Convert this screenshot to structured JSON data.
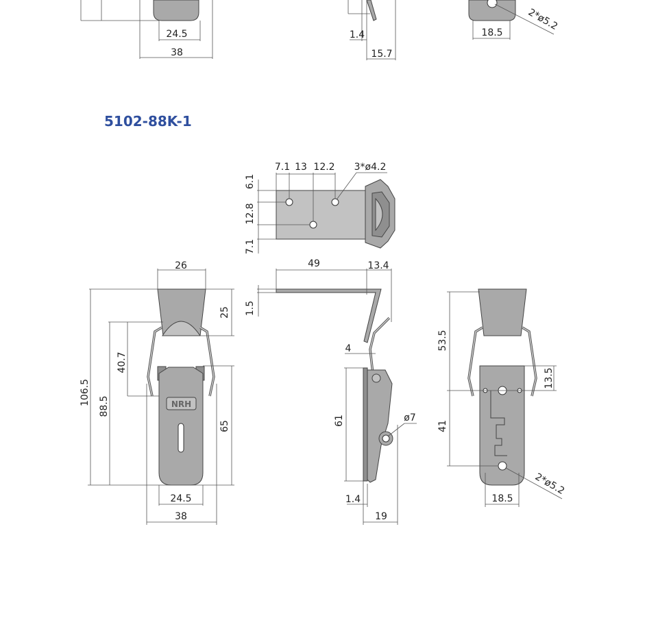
{
  "title": "5102-88K-1",
  "colors": {
    "title": "#2f4f9e",
    "part_fill": "#a9a9a9",
    "dims": "#222222"
  },
  "top_partial": {
    "labels": [
      "24.5",
      "38",
      "1.4",
      "15.7",
      "18.5",
      "2*ø5.2"
    ]
  },
  "plan_view": {
    "labels": [
      "7.1",
      "13",
      "12.2",
      "3*ø4.2",
      "6.1",
      "12.8",
      "7.1"
    ]
  },
  "front_view": {
    "labels": [
      "26",
      "25",
      "40.7",
      "106.5",
      "88.5",
      "65",
      "24.5",
      "38"
    ],
    "logo": "NRH"
  },
  "side_view": {
    "labels": [
      "49",
      "13.4",
      "1.5",
      "4",
      "61",
      "ø7",
      "1.4",
      "19"
    ]
  },
  "back_view": {
    "labels": [
      "53.5",
      "13.5",
      "41",
      "2*ø5.2",
      "18.5"
    ]
  }
}
